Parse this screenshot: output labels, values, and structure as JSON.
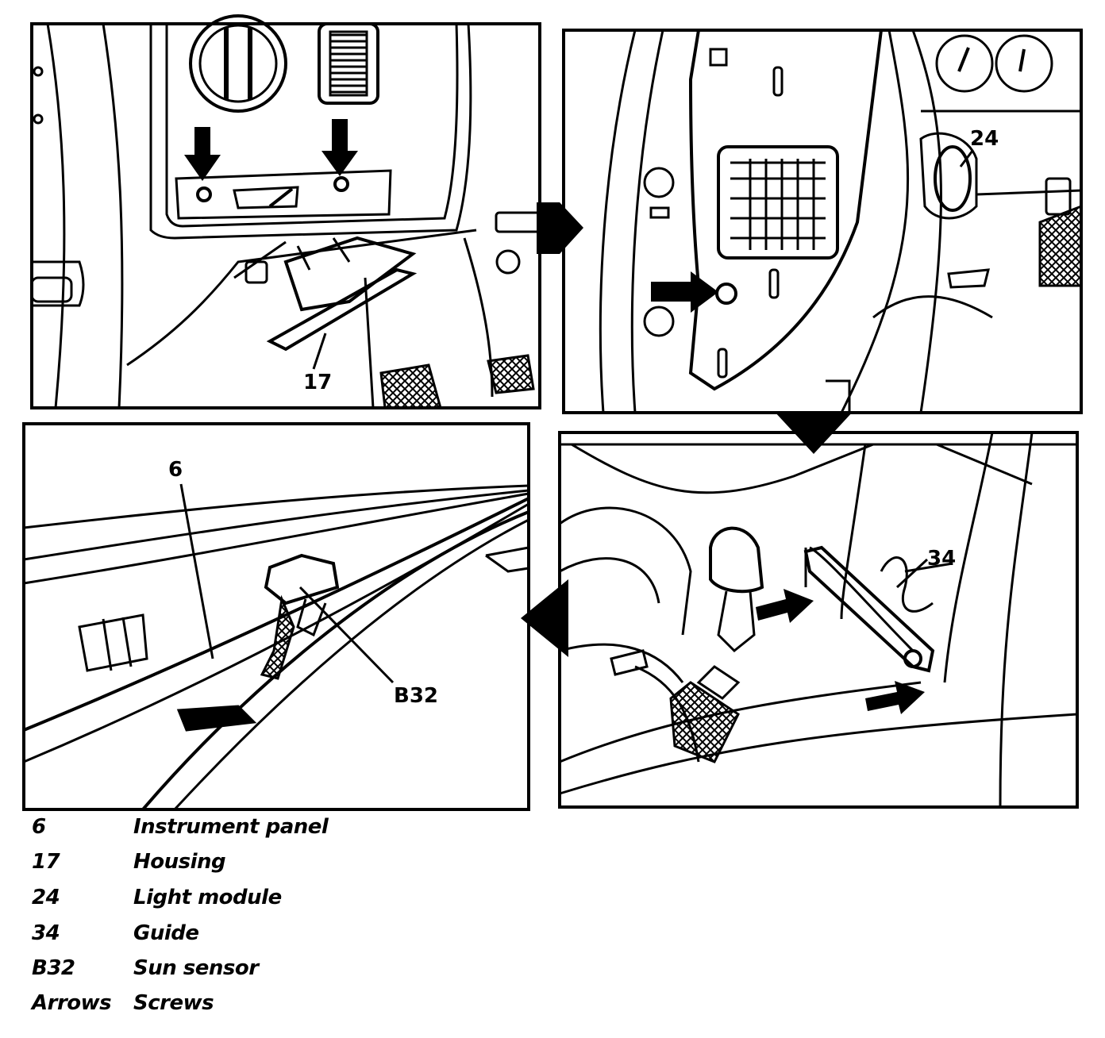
{
  "callouts": {
    "housing": "17",
    "light_module": "24",
    "instrument_panel": "6",
    "sun_sensor": "B32",
    "guide": "34"
  },
  "legend": [
    {
      "key": "6",
      "desc": "Instrument panel"
    },
    {
      "key": "17",
      "desc": "Housing"
    },
    {
      "key": "24",
      "desc": "Light module"
    },
    {
      "key": "34",
      "desc": "Guide"
    },
    {
      "key": "B32",
      "desc": "Sun sensor"
    },
    {
      "key": "Arrows",
      "desc": "Screws"
    }
  ]
}
